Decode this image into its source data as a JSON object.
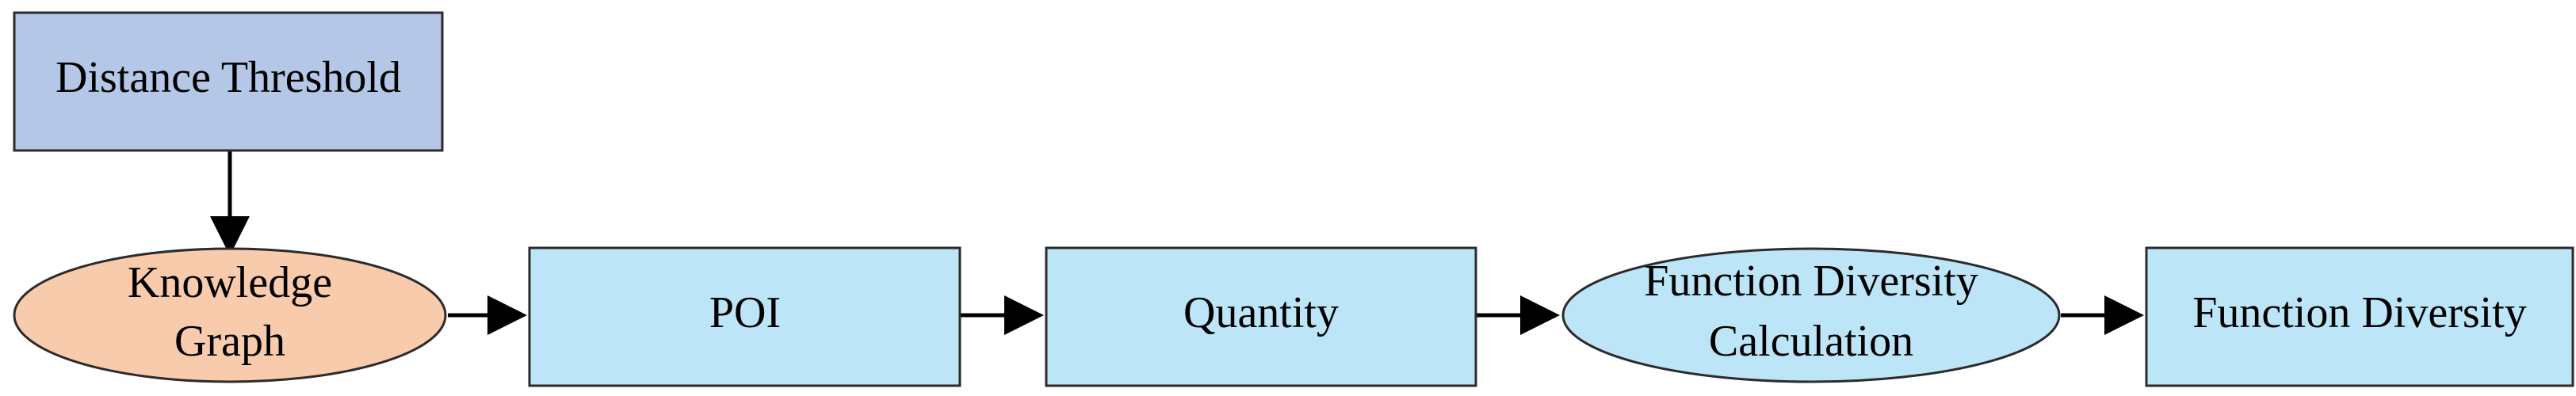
{
  "nodes": {
    "distance_threshold": {
      "label": "Distance Threshold",
      "fill": "#b4c7e7"
    },
    "knowledge_graph": {
      "label_line1": "Knowledge",
      "label_line2": "Graph",
      "fill": "#f8cbad"
    },
    "poi": {
      "label": "POI",
      "fill": "#bde5f8"
    },
    "quantity": {
      "label": "Quantity",
      "fill": "#bde5f8"
    },
    "calculation": {
      "label_line1": "Function Diversity",
      "label_line2": "Calculation",
      "fill": "#bde5f8"
    },
    "function_diversity": {
      "label": "Function Diversity",
      "fill": "#bde5f8"
    }
  },
  "edges": [
    {
      "from": "Distance Threshold",
      "to": "Knowledge Graph"
    },
    {
      "from": "Knowledge Graph",
      "to": "POI"
    },
    {
      "from": "POI",
      "to": "Quantity"
    },
    {
      "from": "Quantity",
      "to": "Function Diversity Calculation"
    },
    {
      "from": "Function Diversity Calculation",
      "to": "Function Diversity"
    }
  ],
  "colors": {
    "arrow": "#000000",
    "border": "#2b2b2b"
  }
}
